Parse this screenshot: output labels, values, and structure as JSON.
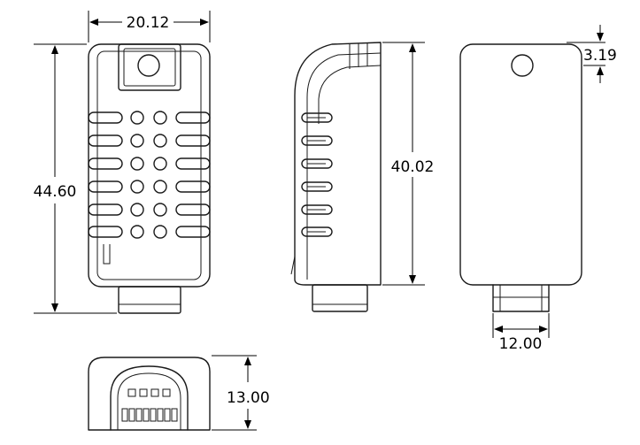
{
  "dimensions": {
    "front_width": "20.12",
    "front_height": "44.60",
    "side_height": "40.02",
    "hole_diameter": "3.19",
    "connector_width": "12.00",
    "bottom_height": "13.00"
  },
  "colors": {
    "line": "#1a1a1a",
    "background": "#ffffff"
  }
}
